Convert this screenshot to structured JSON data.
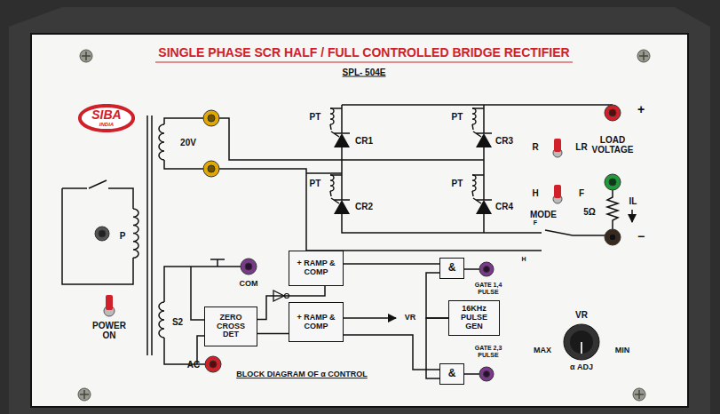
{
  "diagram": {
    "title": "SINGLE PHASE SCR HALF / FULL CONTROLLED BRIDGE RECTIFIER",
    "nodes": [
      {
        "text": [
          "SIBA",
          "INDIA"
        ]
      },
      {
        "text": [
          "+ RAMP & COMP"
        ]
      },
      {
        "text": [
          "&"
        ]
      },
      {
        "text": [
          "ZERO CROSS DET"
        ]
      },
      {
        "text": [
          "+ RAMP & COMP"
        ]
      },
      {
        "text": [
          "16KHz PULSE GEN"
        ]
      },
      {
        "text": [
          "&"
        ]
      }
    ],
    "edges": [
      {
        "from": 3,
        "to": 1,
        "arrow": "none"
      },
      {
        "from": 3,
        "to": 4,
        "arrow": "none"
      },
      {
        "from": 1,
        "to": 2,
        "arrow": "none"
      },
      {
        "from": 4,
        "to": 6,
        "arrow": "none"
      },
      {
        "from": 5,
        "to": 2,
        "arrow": "none"
      },
      {
        "from": 5,
        "to": 6,
        "arrow": "none"
      }
    ],
    "labels": [
      "SPL- 504E",
      "PT",
      "CR1",
      "PT",
      "CR2",
      "PT",
      "CR3",
      "PT",
      "CR4",
      "20V",
      "P",
      "S2",
      "R",
      "LR",
      "H",
      "F",
      "MODE",
      "+",
      "LOAD VOLTAGE",
      "5Ω",
      "IL",
      "−",
      "F",
      "H",
      "COM",
      "VR",
      "GATE 1,4 PULSE",
      "GATE 2,3 PULSE",
      "VR",
      "MAX",
      "MIN",
      "α ADJ",
      "BLOCK DIAGRAM OF α CONTROL",
      "POWER ON",
      "AC"
    ]
  }
}
